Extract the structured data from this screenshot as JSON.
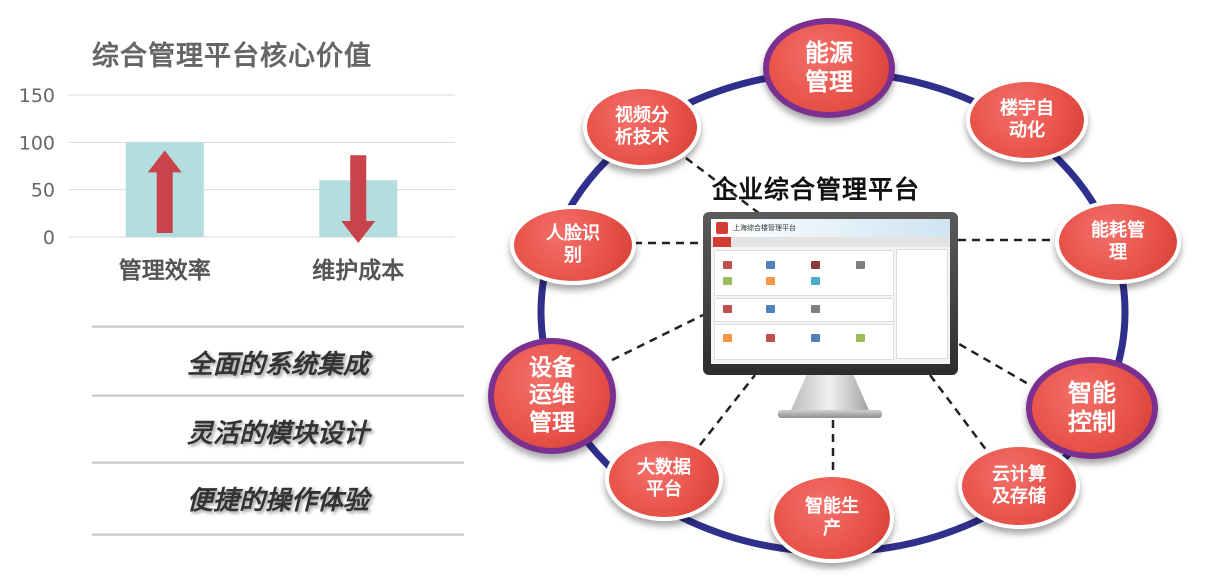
{
  "chart_data": {
    "type": "bar",
    "title": "综合管理平台核心价值",
    "categories": [
      "管理效率",
      "维护成本"
    ],
    "values": [
      100,
      60
    ],
    "ylim": [
      0,
      150
    ],
    "yticks": [
      0,
      50,
      100,
      150
    ],
    "grid": true,
    "arrows": [
      "up",
      "down"
    ],
    "colors": {
      "bar": "#b4dde0",
      "arrow": "#c9434a",
      "grid": "#d9d9d9",
      "tick": "#666666"
    }
  },
  "features": [
    "全面的系统集成",
    "灵活的模块设计",
    "便捷的操作体验"
  ],
  "platform": {
    "title": "企业综合管理平台",
    "screen_header": "上海综合楼管理平台"
  },
  "nodes": [
    {
      "label": "能源\n管理",
      "style": "purple"
    },
    {
      "label": "楼宇自\n动化",
      "style": "plain"
    },
    {
      "label": "能耗管\n理",
      "style": "plain"
    },
    {
      "label": "智能\n控制",
      "style": "purple"
    },
    {
      "label": "云计算\n及存储",
      "style": "plain"
    },
    {
      "label": "智能生\n产",
      "style": "plain"
    },
    {
      "label": "大数据\n平台",
      "style": "plain"
    },
    {
      "label": "设备\n运维\n管理",
      "style": "purple"
    },
    {
      "label": "人脸识\n别",
      "style": "plain"
    },
    {
      "label": "视频分\n析技术",
      "style": "plain"
    }
  ],
  "colors": {
    "ring": "#2f2f8c",
    "node": "#e8534a",
    "node_border_purple": "#7b2f8f",
    "connector": "#222222"
  }
}
